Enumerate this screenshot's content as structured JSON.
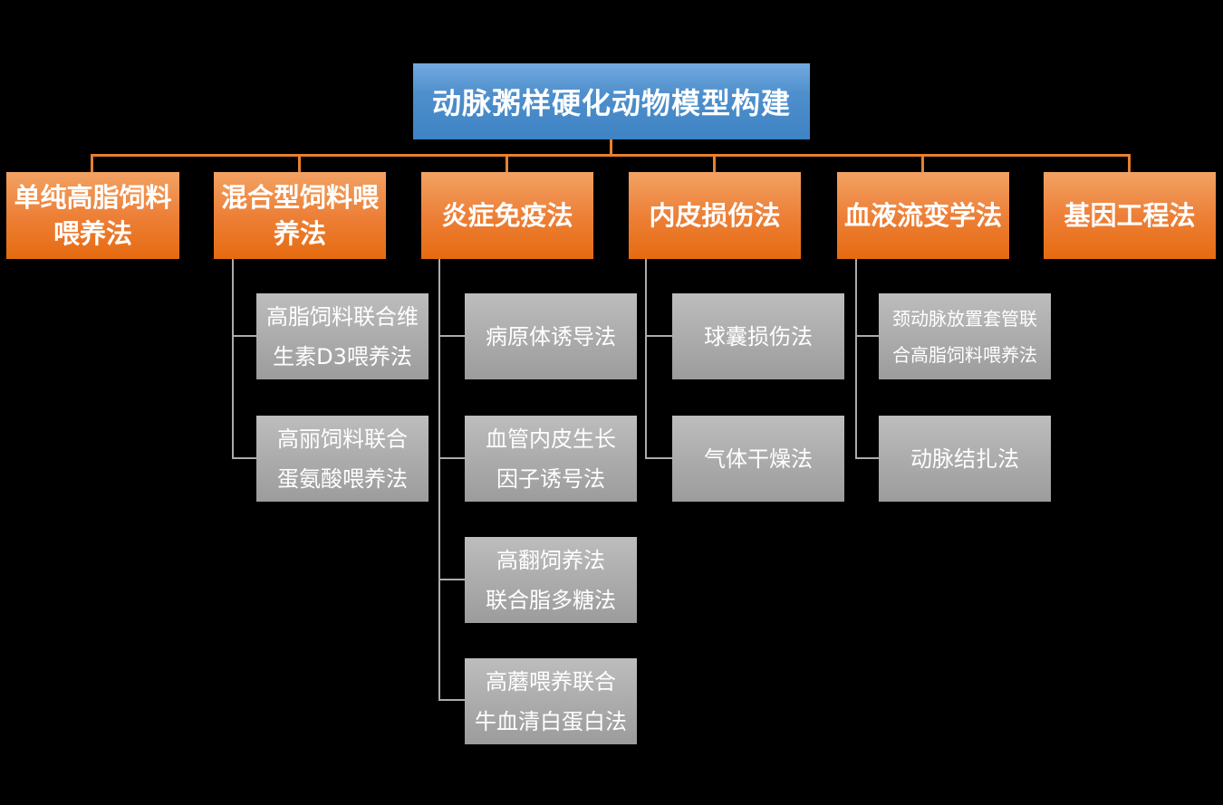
{
  "colors": {
    "background": "#000000",
    "root_box_top": "#74AADF",
    "root_box_bottom": "#3F83C4",
    "branch_box_top": "#F2A263",
    "branch_box_bottom": "#E66B10",
    "leaf_box_top": "#BDBDBD",
    "leaf_box_bottom": "#9C9C9C",
    "connector_orange": "#E8802F",
    "connector_gray": "#ABABAB",
    "text": "#FFFFFF"
  },
  "root": {
    "label": "动脉粥样硬化动物模型构建"
  },
  "branches": [
    {
      "label": "单纯高脂饲料喂养法",
      "lines": [
        "单纯高脂饲料",
        "喂养法"
      ],
      "children": []
    },
    {
      "label": "混合型饲料喂养法",
      "lines": [
        "混合型饲料喂",
        "养法"
      ],
      "children": [
        {
          "label": "高脂饲料联合维生素D3喂养法",
          "lines": [
            "高脂饲料联合维",
            "生素D3喂养法"
          ]
        },
        {
          "label": "高丽饲料联合蛋氨酸喂养法",
          "lines": [
            "高丽饲料联合",
            "蛋氨酸喂养法"
          ]
        }
      ]
    },
    {
      "label": "炎症免疫法",
      "lines": [
        "炎症免疫法"
      ],
      "children": [
        {
          "label": "病原体诱导法",
          "lines": [
            "病原体诱导法"
          ]
        },
        {
          "label": "血管内皮生长因子诱号法",
          "lines": [
            "血管内皮生长",
            "因子诱号法"
          ]
        },
        {
          "label": "高翻饲养法联合脂多糖法",
          "lines": [
            "高翻饲养法",
            "联合脂多糖法"
          ]
        },
        {
          "label": "高蘑喂养联合牛血清白蛋白法",
          "lines": [
            "高蘑喂养联合",
            "牛血清白蛋白法"
          ]
        }
      ]
    },
    {
      "label": "内皮损伤法",
      "lines": [
        "内皮损伤法"
      ],
      "children": [
        {
          "label": "球囊损伤法",
          "lines": [
            "球囊损伤法"
          ]
        },
        {
          "label": "气体干燥法",
          "lines": [
            "气体干燥法"
          ]
        }
      ]
    },
    {
      "label": "血液流变学法",
      "lines": [
        "血液流变学法"
      ],
      "children": [
        {
          "label": "颈动脉放置套管联合高脂饲料喂养法",
          "lines": [
            "颈动脉放置套管联",
            "合高脂饲料喂养法"
          ]
        },
        {
          "label": "动脉结扎法",
          "lines": [
            "动脉结扎法"
          ]
        }
      ]
    },
    {
      "label": "基因工程法",
      "lines": [
        "基因工程法"
      ],
      "children": []
    }
  ]
}
